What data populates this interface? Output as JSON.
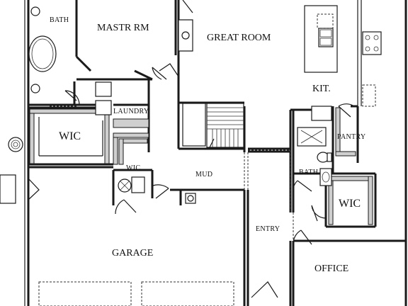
{
  "rooms": {
    "bath": "BATH",
    "master": "MASTR RM",
    "great_room": "GREAT ROOM",
    "kitchen": "KIT.",
    "laundry": "LAUNDRY",
    "wic_main": "WIC",
    "wic_small": "WIC",
    "mud": "MUD",
    "pantry": "PANTRY",
    "bath2": "BATH",
    "wic_office": "WIC",
    "entry": "ENTRY",
    "garage": "GARAGE",
    "office": "OFFICE"
  }
}
